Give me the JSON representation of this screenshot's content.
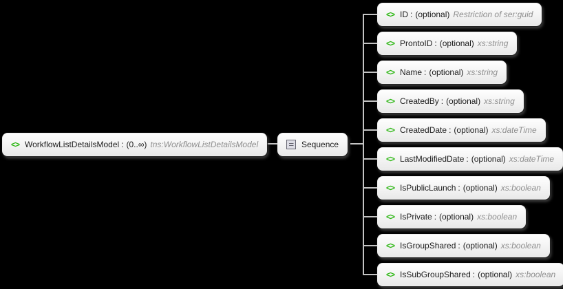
{
  "labels": {
    "colon": ":",
    "element_icon": "<>"
  },
  "root": {
    "name": "WorkflowListDetailsModel",
    "occurs": "(0..∞)",
    "type": "tns:WorkflowListDetailsModel"
  },
  "sequence": {
    "label": "Sequence"
  },
  "elements": [
    {
      "name": "ID",
      "occurs": "(optional)",
      "type": "Restriction of ser:guid"
    },
    {
      "name": "ProntoID",
      "occurs": "(optional)",
      "type": "xs:string"
    },
    {
      "name": "Name",
      "occurs": "(optional)",
      "type": "xs:string"
    },
    {
      "name": "CreatedBy",
      "occurs": "(optional)",
      "type": "xs:string"
    },
    {
      "name": "CreatedDate",
      "occurs": "(optional)",
      "type": "xs:dateTime"
    },
    {
      "name": "LastModifiedDate",
      "occurs": "(optional)",
      "type": "xs:dateTime"
    },
    {
      "name": "IsPublicLaunch",
      "occurs": "(optional)",
      "type": "xs:boolean"
    },
    {
      "name": "IsPrivate",
      "occurs": "(optional)",
      "type": "xs:boolean"
    },
    {
      "name": "IsGroupShared",
      "occurs": "(optional)",
      "type": "xs:boolean"
    },
    {
      "name": "IsSubGroupShared",
      "occurs": "(optional)",
      "type": "xs:boolean"
    }
  ],
  "colors": {
    "background": "#000000",
    "accent_green": "#2eb815",
    "type_text_gray": "#8e8e8e",
    "connector_gray": "#c4c4c4",
    "node_fill": "#f3f3f3"
  }
}
